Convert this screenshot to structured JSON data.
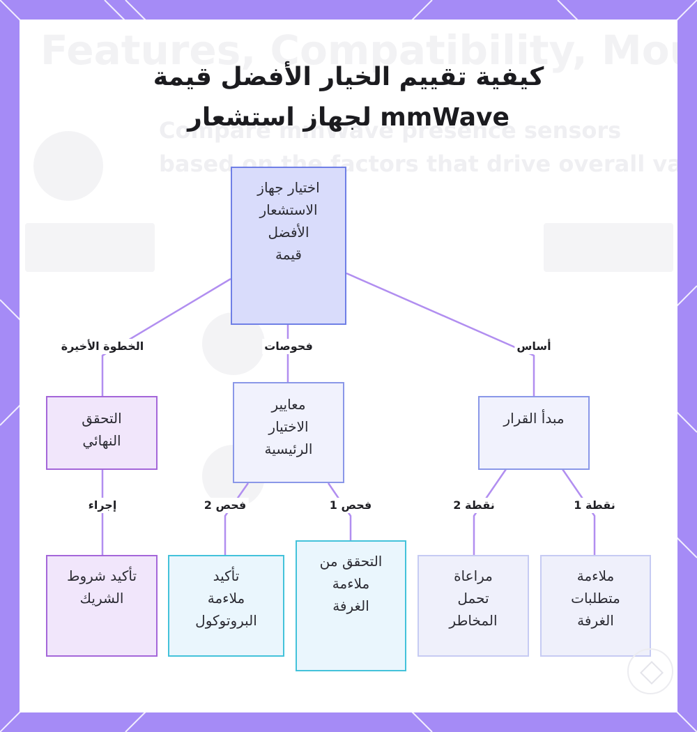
{
  "title": {
    "line1": "كيفية تقييم الخيار الأفضل قيمة",
    "line2": "لجهاز استشعار mmWave"
  },
  "nodes": {
    "root": [
      "اختيار جهاز",
      "الاستشعار",
      "الأفضل",
      "قيمة"
    ],
    "final_check": [
      "التحقق",
      "النهائي"
    ],
    "key_criteria": [
      "معايير",
      "الاختيار",
      "الرئيسية"
    ],
    "decision_principle": [
      "مبدأ القرار"
    ],
    "confirm_partner": [
      "تأكيد شروط",
      "الشريك"
    ],
    "confirm_protocol": [
      "تأكيد",
      "ملاءمة",
      "البروتوكول"
    ],
    "verify_room": [
      "التحقق من",
      "ملاءمة",
      "الغرفة"
    ],
    "risk_tolerance": [
      "مراعاة",
      "تحمل",
      "المخاطر"
    ],
    "room_requirements": [
      "ملاءمة",
      "متطلبات",
      "الغرفة"
    ]
  },
  "edge_labels": {
    "final_step": "الخطوة الأخيرة",
    "checks": "فحوصات",
    "basis": "أساس",
    "action": "إجراء",
    "check2": "فحص 2",
    "check1": "فحص 1",
    "point2": "نقطة 2",
    "point1": "نقطة 1"
  },
  "colors": {
    "frame": "#a58bf6",
    "edge": "#b18ef0",
    "root_fill": "#d9dcfb",
    "root_border": "#6f7fe6",
    "purple_border": "#a466d9",
    "cyan_border": "#43c2da"
  },
  "background_text": {
    "heading": "Features, Compatibility, Mounting",
    "sub1": "Compare mmWave presence sensors",
    "sub2": "based on the factors that drive overall value"
  }
}
